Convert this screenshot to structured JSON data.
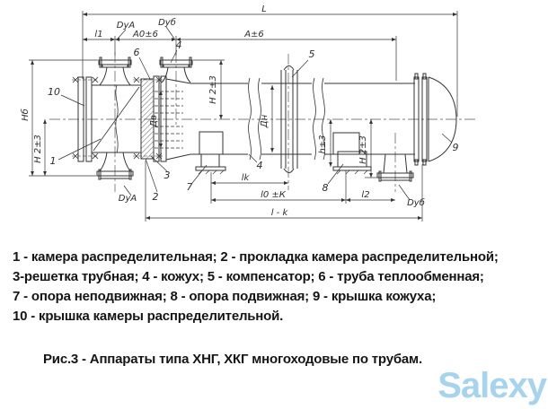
{
  "drawing": {
    "dim_labels": {
      "L": "L",
      "l1": "l1",
      "A0": "A0±6",
      "A": "A±6",
      "DyA_top": "DуA",
      "DyB_top": "Dуб",
      "DyA_bottom": "DуA",
      "DyB_bottom": "Dуб",
      "Hb": "Нб",
      "H23_left": "Н 2±3",
      "H23_top": "Н 2±3",
      "H23_right": "Н 2±3",
      "h3": "h±3",
      "Dv": "Дв",
      "Dn": "Дн",
      "lk": "lk",
      "l0": "l0 ±К",
      "l2": "l2",
      "l_minus_k": "l - k"
    },
    "part_labels": {
      "p1": "1",
      "p2": "2",
      "p3": "3",
      "p4_top": "4",
      "p4_bottom": "4",
      "p5": "5",
      "p6": "6",
      "p7": "7",
      "p8": "8",
      "p9": "9",
      "p10": "10"
    }
  },
  "legend": {
    "lines": [
      "1 - камера распределительная; 2 - прокладка камера распределительной;",
      "3-решетка трубная; 4 - кожух; 5 - компенсатор; 6 - труба теплообменная;",
      "7 - опора неподвижная; 8 - опора подвижная; 9 - крышка кожуха;",
      "10 - крышка камеры распределительной."
    ]
  },
  "caption": "Рис.3 - Аппараты типа ХНГ, ХКГ многоходовые по трубам.",
  "watermark": "Salexy",
  "colors": {
    "line": "#333333",
    "text": "#151515",
    "watermark": "#a6d3ee"
  }
}
